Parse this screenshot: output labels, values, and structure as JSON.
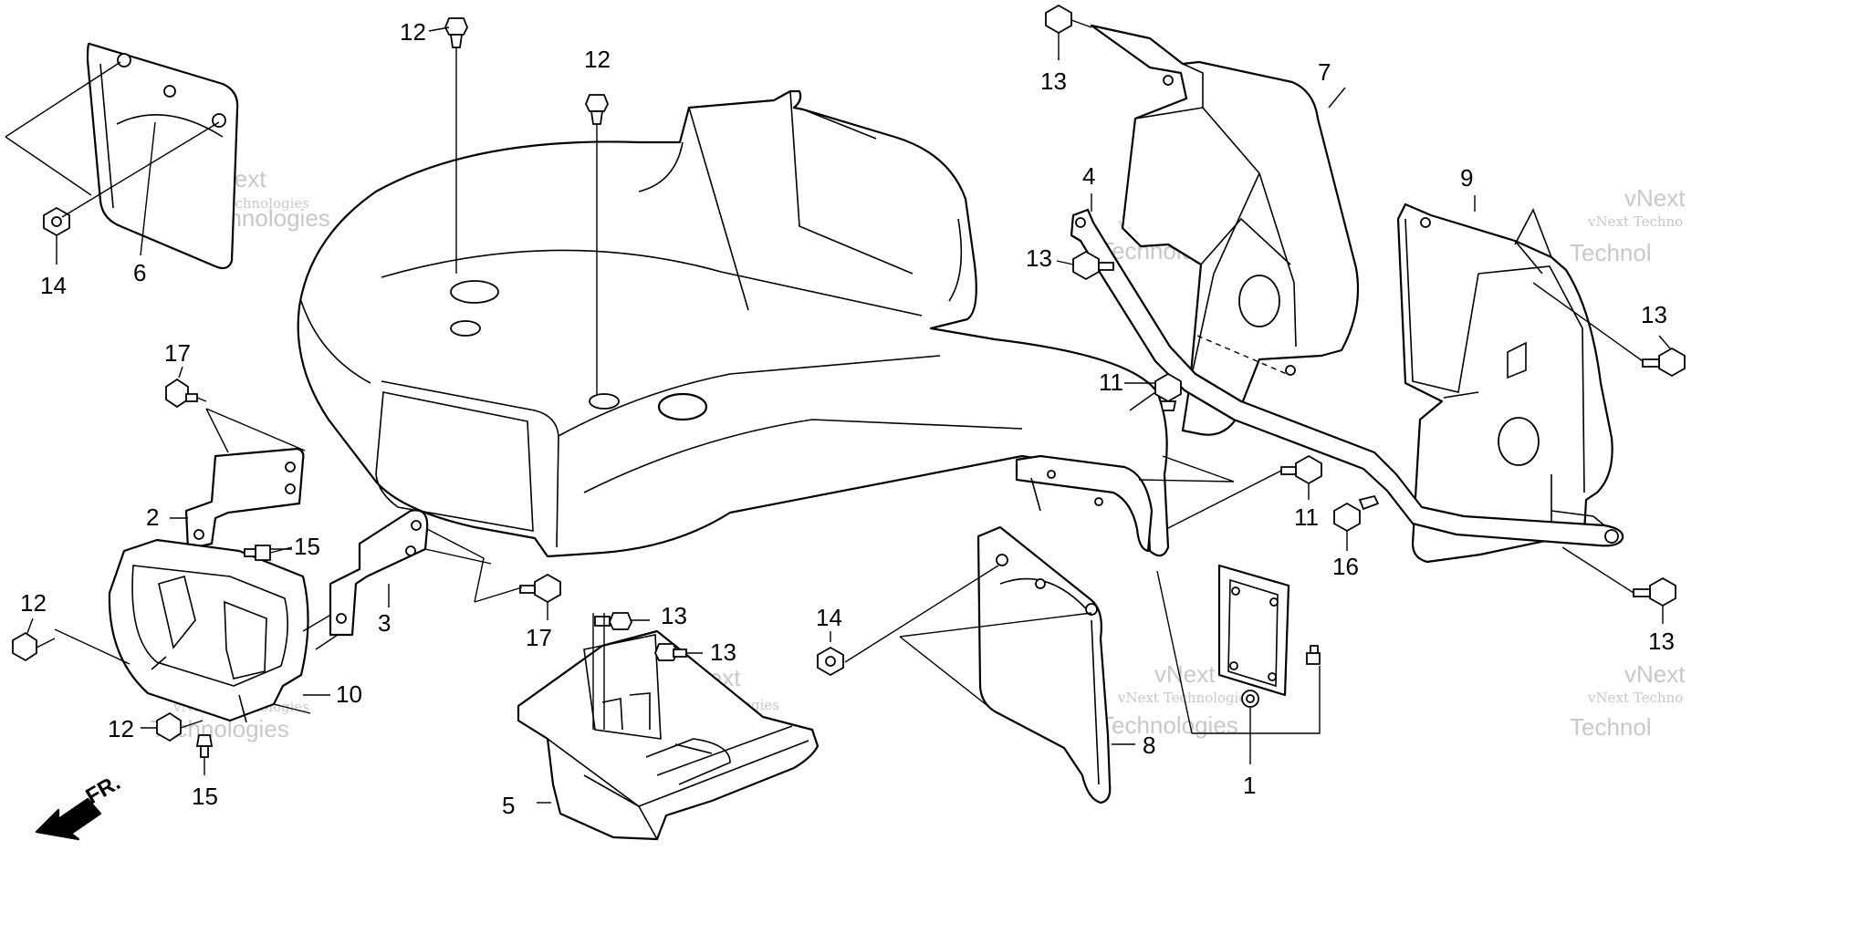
{
  "diagram": {
    "callouts": [
      {
        "id": "c14a",
        "label": "14"
      },
      {
        "id": "c6",
        "label": "6"
      },
      {
        "id": "c12a",
        "label": "12"
      },
      {
        "id": "c12b",
        "label": "12"
      },
      {
        "id": "c17a",
        "label": "17"
      },
      {
        "id": "c2",
        "label": "2"
      },
      {
        "id": "c15a",
        "label": "15"
      },
      {
        "id": "c3",
        "label": "3"
      },
      {
        "id": "c17b",
        "label": "17"
      },
      {
        "id": "c12c",
        "label": "12"
      },
      {
        "id": "c10",
        "label": "10"
      },
      {
        "id": "c12d",
        "label": "12"
      },
      {
        "id": "c15b",
        "label": "15"
      },
      {
        "id": "c5",
        "label": "5"
      },
      {
        "id": "c13a",
        "label": "13"
      },
      {
        "id": "c13b",
        "label": "13"
      },
      {
        "id": "c13c",
        "label": "13"
      },
      {
        "id": "c7",
        "label": "7"
      },
      {
        "id": "c4",
        "label": "4"
      },
      {
        "id": "c13d",
        "label": "13"
      },
      {
        "id": "c9",
        "label": "9"
      },
      {
        "id": "c13e",
        "label": "13"
      },
      {
        "id": "c11a",
        "label": "11"
      },
      {
        "id": "c11b",
        "label": "11"
      },
      {
        "id": "c16",
        "label": "16"
      },
      {
        "id": "c13f",
        "label": "13"
      },
      {
        "id": "c14b",
        "label": "14"
      },
      {
        "id": "c8",
        "label": "8"
      },
      {
        "id": "c1",
        "label": "1"
      }
    ],
    "direction_label": "FR.",
    "watermark_line1": "vNext Technologies",
    "watermark_line2": "vNext",
    "watermark_line3": "Technologies",
    "watermark_partial1": "vNext Techno",
    "watermark_partial2": "Technol"
  }
}
